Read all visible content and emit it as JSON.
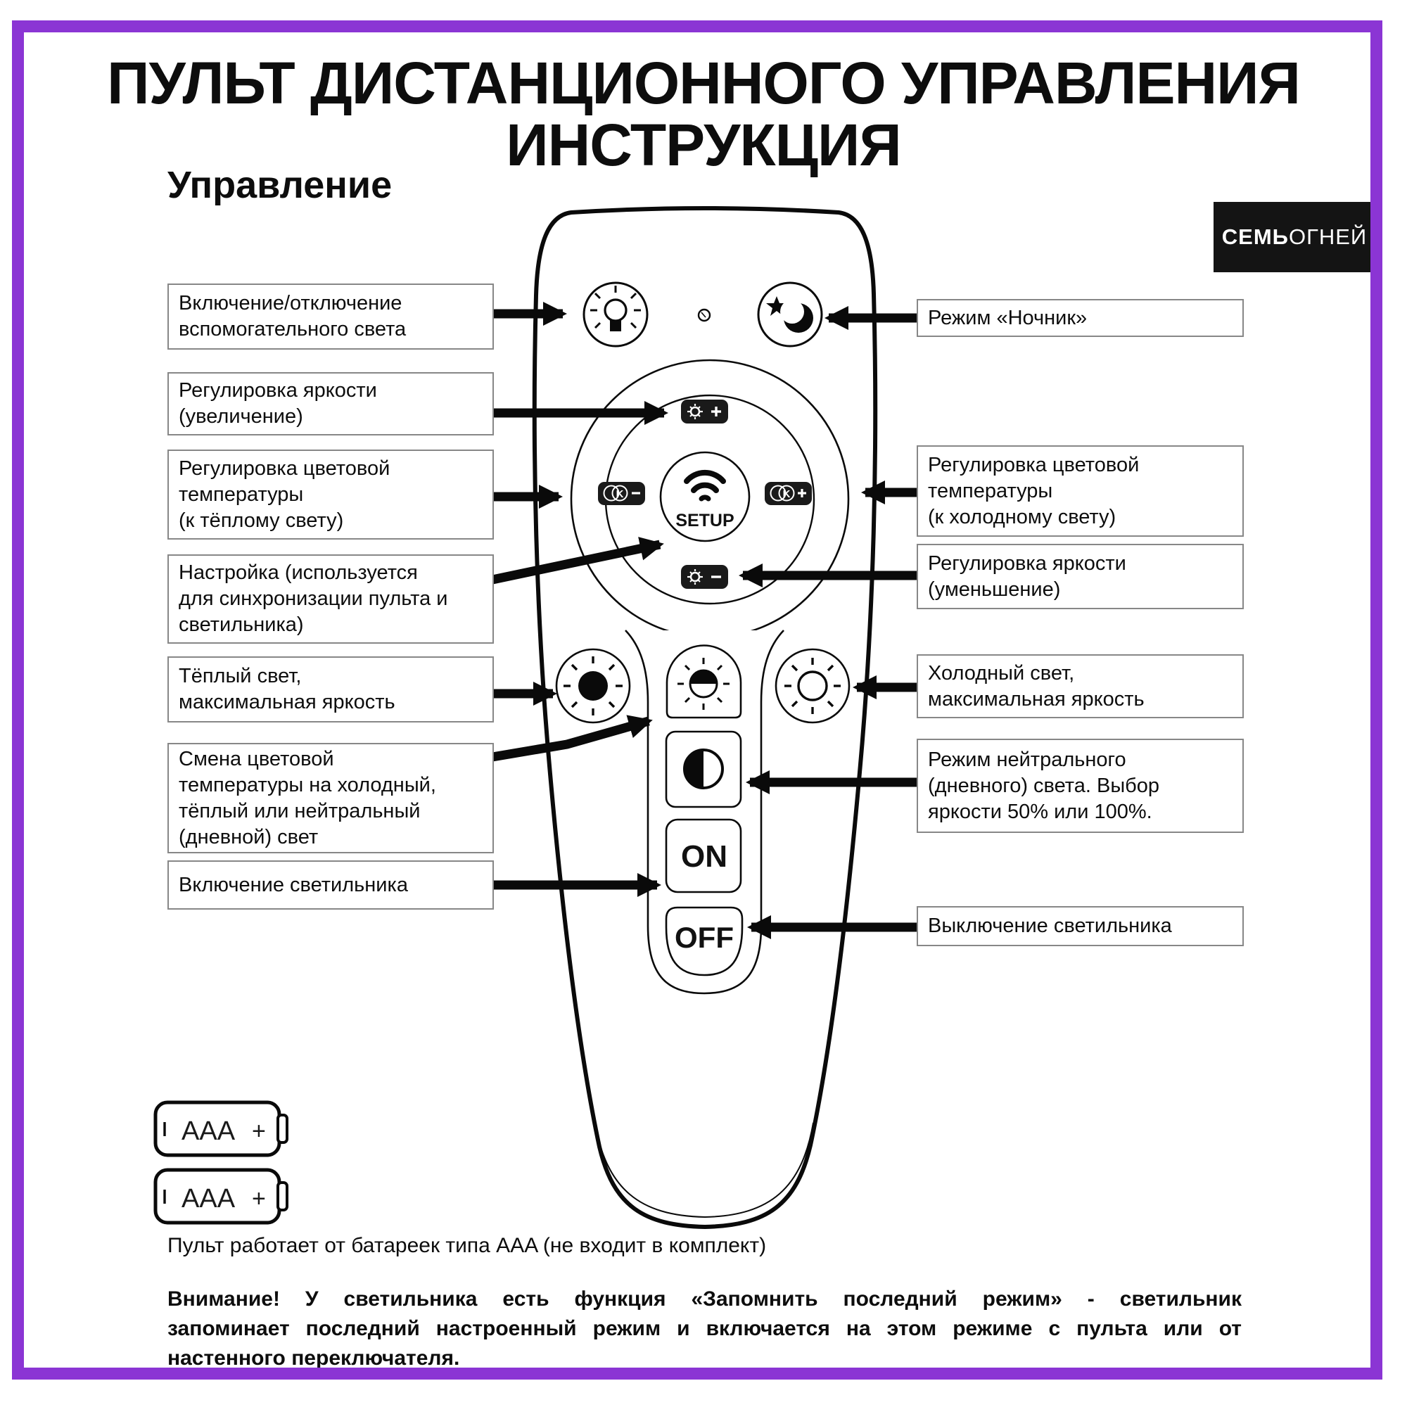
{
  "frame": {
    "accent_color": "#8b35d4"
  },
  "title": {
    "line1": "ПУЛЬТ ДИСТАНЦИОННОГО УПРАВЛЕНИЯ",
    "line2": "ИНСТРУКЦИЯ"
  },
  "section_heading": "Управление",
  "logo": {
    "part_bold": "СЕМЬ",
    "part_light": "ОГНЕЙ"
  },
  "labels": {
    "left": [
      {
        "text": "Включение/отключение\nвспомогательного света"
      },
      {
        "text": "Регулировка яркости\n(увеличение)"
      },
      {
        "text": "Регулировка цветовой\nтемпературы\n(к тёплому свету)"
      },
      {
        "text": "Настройка (используется\nдля синхронизации пульта и\nсветильника)"
      },
      {
        "text": "Тёплый свет,\nмаксимальная яркость"
      },
      {
        "text": "Смена цветовой\nтемпературы на холодный,\nтёплый или нейтральный\n(дневной) свет"
      },
      {
        "text": "Включение светильника"
      }
    ],
    "right": [
      {
        "text": "Режим «Ночник»"
      },
      {
        "text": "Регулировка цветовой\nтемпературы\n(к холодному свету)"
      },
      {
        "text": "Регулировка яркости\n(уменьшение)"
      },
      {
        "text": "Холодный свет,\nмаксимальная яркость"
      },
      {
        "text": "Режим нейтрального\n(дневного) света. Выбор\nяркости 50% или 100%."
      },
      {
        "text": "Выключение светильника"
      }
    ]
  },
  "remote": {
    "setup_label": "SETUP",
    "on_label": "ON",
    "off_label": "OFF",
    "cct_letter": "K",
    "button_icons": {
      "aux_light": "lamp-icon",
      "night_mode": "star-moon-icon",
      "brightness_up": "sun-plus-icon",
      "cct_to_warm": "cct-minus-icon",
      "setup": "wifi-icon",
      "cct_to_cold": "cct-plus-icon",
      "brightness_down": "sun-minus-icon",
      "warm_max": "sun-filled-icon",
      "mode_cycle": "sun-half-icon",
      "cold_max": "sun-outline-icon",
      "neutral_mode": "contrast-circle-icon"
    },
    "colors": {
      "button_dark": "#1a1a1a",
      "line": "#0a0a0a"
    }
  },
  "batteries": {
    "label": "AAA",
    "plus": "+",
    "count": 2
  },
  "battery_note": "Пульт работает от батареек типа AAA (не входит в комплект)",
  "warning": {
    "line1": "Внимание! У светильника есть функция «Запомнить последний режим» - светильник",
    "line2": "запоминает последний настроенный режим и включается на этом режиме с пульта или от",
    "line3": "настенного переключателя."
  }
}
